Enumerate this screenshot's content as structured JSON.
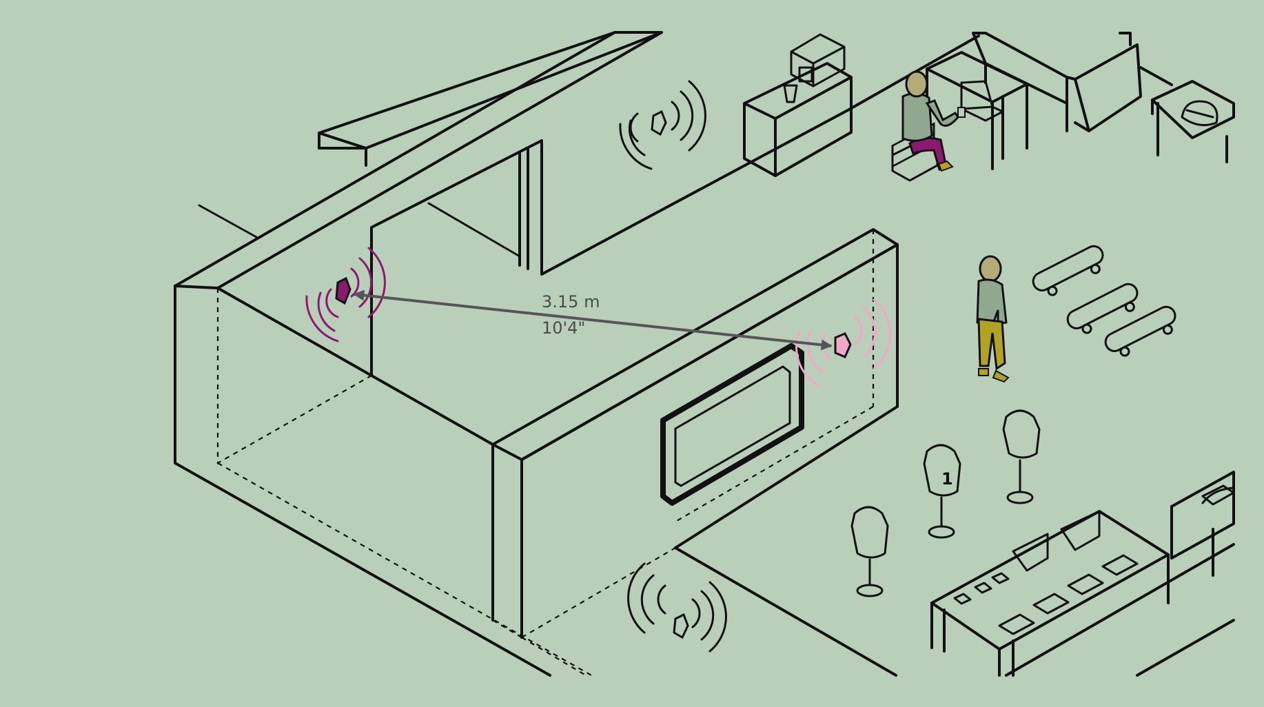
{
  "measurement": {
    "metric": "3.15 m",
    "imperial": "10'4\""
  },
  "colors": {
    "background": "#b9cfba",
    "line": "#111111",
    "beacon_active": "#8b1a6e",
    "beacon_target": "#f3a7c6",
    "measure_line": "#555555",
    "person_shirt": "#8fa88f",
    "person_hair": "#b3ab79",
    "pants_purple": "#8b1a6e",
    "pants_mustard": "#b3a322"
  },
  "icons": {
    "beacon": "beacon-icon",
    "signal": "signal-waves-icon"
  },
  "jersey_number": "1"
}
